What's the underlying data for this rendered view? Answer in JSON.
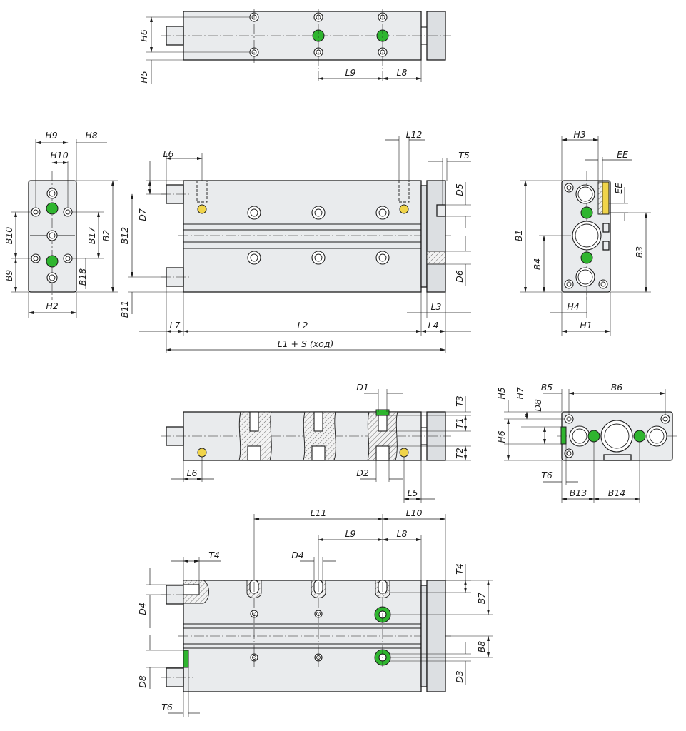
{
  "colors": {
    "port_green": "#2fb52f",
    "port_yellow": "#f0d44a",
    "body_gray": "#e9ebed",
    "line": "#1d1d1d"
  },
  "views": {
    "top": {
      "labels": {
        "h6": "H6",
        "h5": "H5",
        "l9": "L9",
        "l8": "L8"
      }
    },
    "left_end": {
      "labels": {
        "h9": "H9",
        "h8": "H8",
        "h10": "H10",
        "b10": "B10",
        "b9": "B9",
        "b17": "B17",
        "b18": "B18",
        "b2": "B2",
        "h2": "H2"
      }
    },
    "front": {
      "labels": {
        "l6": "L6",
        "l12": "L12",
        "t5": "T5",
        "d5": "D5",
        "d7": "D7",
        "b12": "B12",
        "b11": "B11",
        "d6": "D6",
        "l3": "L3",
        "l4": "L4",
        "l7": "L7",
        "l2": "L2",
        "l1": "L1 + S (ход)"
      }
    },
    "right_end": {
      "labels": {
        "h3": "H3",
        "ee_top": "EE",
        "ee_side": "EE",
        "b1": "B1",
        "b4": "B4",
        "b3": "B3",
        "h4": "H4",
        "h1": "H1"
      }
    },
    "section": {
      "labels": {
        "d1": "D1",
        "t3": "T3",
        "t1": "T1",
        "t2": "T2",
        "d2": "D2",
        "l6": "L6",
        "l5": "L5"
      }
    },
    "small_end": {
      "labels": {
        "h5": "H5",
        "h7": "H7",
        "b5": "B5",
        "b6": "B6",
        "d8": "D8",
        "h6": "H6",
        "t6": "T6",
        "b13": "B13",
        "b14": "B14"
      }
    },
    "bottom": {
      "labels": {
        "l11": "L11",
        "l10": "L10",
        "l9": "L9",
        "l8": "L8",
        "t4_left": "T4",
        "d4_top": "D4",
        "t4_right": "T4",
        "b7": "B7",
        "d4_side": "D4",
        "b8": "B8",
        "d8": "D8",
        "d3": "D3",
        "t6": "T6"
      }
    }
  }
}
